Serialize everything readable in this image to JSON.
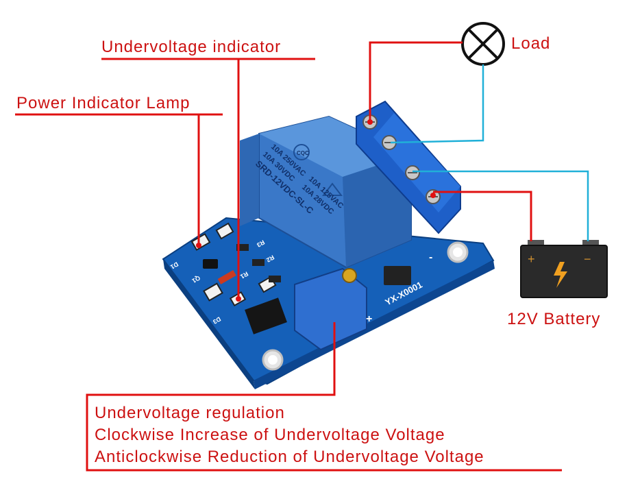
{
  "labels": {
    "undervoltage_indicator": "Undervoltage indicator",
    "power_indicator_lamp": "Power Indicator Lamp",
    "load": "Load",
    "battery": "12V Battery",
    "regulation_title": "Undervoltage regulation",
    "regulation_cw": "Clockwise Increase of Undervoltage Voltage",
    "regulation_ccw": "Anticlockwise Reduction of Undervoltage Voltage"
  },
  "relay": {
    "line1": "10A 250VAC",
    "line2": "10A 30VDC",
    "line3": "10A 125VAC",
    "line4": "10A 28VDC",
    "model": "SRD-12VDC-SL-C",
    "cqc": "CQC"
  },
  "board": {
    "marking": "YX-X0001",
    "d1": "D1",
    "d3": "D3",
    "q1": "Q1",
    "r1": "R1",
    "r2": "R2",
    "r3": "R3",
    "plus": "+",
    "minus": "-"
  },
  "battery_terminals": {
    "plus": "+",
    "minus": "−"
  },
  "colors": {
    "label_red": "#cc1111",
    "wire_cyan": "#20b0d8",
    "pcb_blue": "#1560b8",
    "relay_blue": "#3a78c8",
    "terminal_blue": "#1e5fc8",
    "battery_dark": "#2a2a2a",
    "bolt_orange": "#f0a020"
  }
}
